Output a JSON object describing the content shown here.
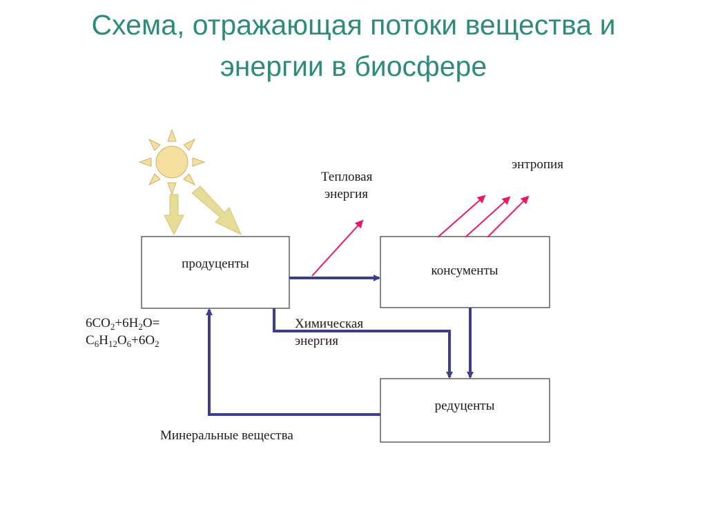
{
  "title": {
    "line1": "Схема, отражающая потоки вещества и",
    "line2": "энергии в биосфере"
  },
  "nodes": {
    "producers": "продуценты",
    "consumers": "консументы",
    "decomposers": "редуценты"
  },
  "labels": {
    "heat_energy_1": "Тепловая",
    "heat_energy_2": "энергия",
    "entropy": "энтропия",
    "chemical_energy_1": "Химическая",
    "chemical_energy_2": "энергия",
    "minerals": "Минеральные вещества"
  },
  "equation": {
    "left": {
      "a": "6CO",
      "s1": "2",
      "b": "+6H",
      "s2": "2",
      "c": "O="
    },
    "right": {
      "a": "C",
      "s1": "6",
      "b": "H",
      "s2": "12",
      "c": "O",
      "s3": "6",
      "d": "+6O",
      "s4": "2"
    }
  },
  "icons": {
    "sun": "sun-icon"
  },
  "colors": {
    "title": "#2e8b7c",
    "sun": "#f5dfa0",
    "sun_arrow": "#e6dc96",
    "flow_arrow": "#3d3d8c",
    "entropy_arrow": "#e8196b",
    "box_border": "#444444"
  }
}
